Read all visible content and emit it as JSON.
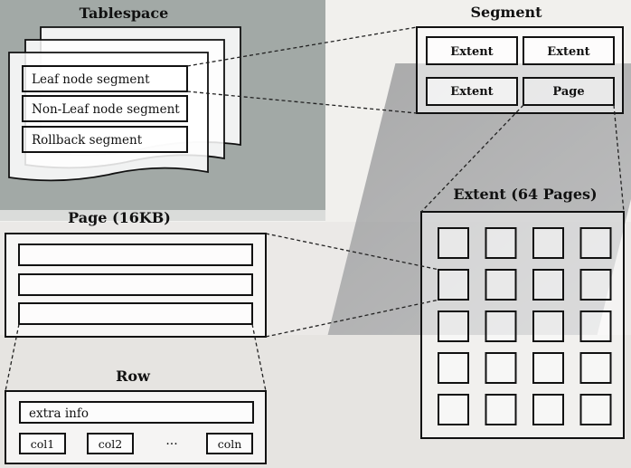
{
  "tablespace": {
    "title": "Tablespace",
    "segments": [
      "Leaf node segment",
      "Non-Leaf node segment",
      "Rollback segment"
    ]
  },
  "segment": {
    "title": "Segment",
    "cells": [
      "Extent",
      "Extent",
      "Extent",
      "Page"
    ]
  },
  "extent": {
    "title": "Extent (64 Pages)",
    "rows": 5,
    "cols": 4
  },
  "page": {
    "title": "Page (16KB)",
    "row_slots": 3
  },
  "row": {
    "title": "Row",
    "extra": "extra info",
    "cols": [
      "col1",
      "col2",
      "···",
      "coln"
    ]
  }
}
